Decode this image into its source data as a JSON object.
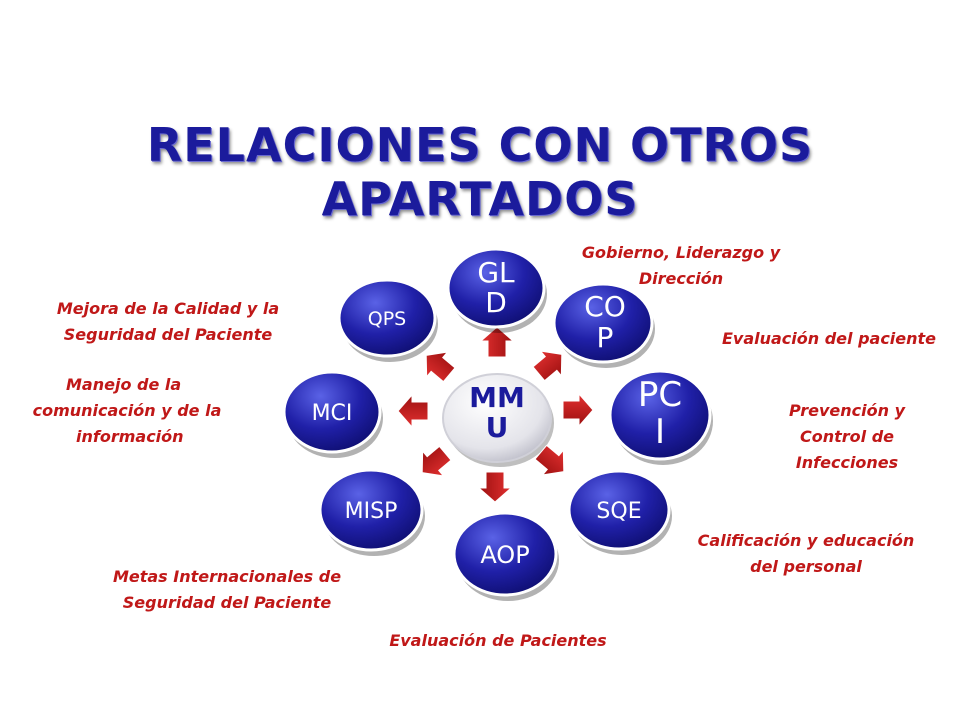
{
  "title": "RELACIONES CON OTROS APARTADOS",
  "center": {
    "lines": [
      "MM",
      "U"
    ]
  },
  "nodes": [
    {
      "id": "gld",
      "lines": [
        "GL",
        "D"
      ]
    },
    {
      "id": "cop",
      "lines": [
        "CO",
        "P"
      ]
    },
    {
      "id": "pci",
      "lines": [
        "PC",
        "I"
      ]
    },
    {
      "id": "sqe",
      "lines": [
        "SQE"
      ]
    },
    {
      "id": "aop",
      "lines": [
        "AOP"
      ]
    },
    {
      "id": "misp",
      "lines": [
        "MISP"
      ]
    },
    {
      "id": "mci",
      "lines": [
        "MCI"
      ]
    },
    {
      "id": "qps",
      "lines": [
        "QPS"
      ]
    }
  ],
  "labels": {
    "gld": [
      "Gobierno,  Liderazgo  y",
      "Dirección"
    ],
    "cop": [
      "Evaluación  del paciente"
    ],
    "pci": [
      "Prevención  y",
      "Control  de",
      "Infecciones"
    ],
    "sqe": [
      "Calificación  y educación",
      "del personal"
    ],
    "aop": [
      "Evaluación  de Pacientes"
    ],
    "misp": [
      "Metas  Internacionales  de",
      "Seguridad  del Paciente"
    ],
    "mci": [
      "Manejo  de la",
      "comunicación  y de la",
      "información"
    ],
    "qps": [
      "Mejora  de la Calidad y la",
      "Seguridad  del Paciente"
    ]
  },
  "colors": {
    "node": "#1b1b9c",
    "node_light": "#4a52d8",
    "arrow": "#c81a1a",
    "label": "#c01818",
    "title": "#1b1b9c"
  }
}
